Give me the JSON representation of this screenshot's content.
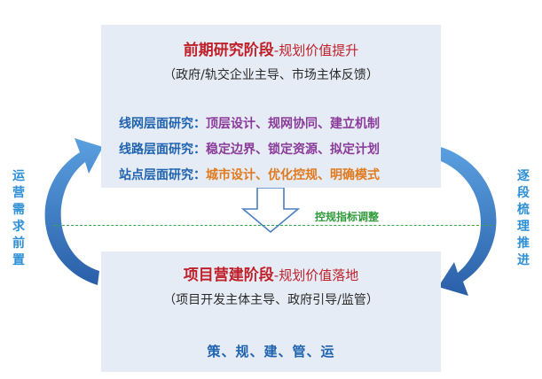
{
  "top_stage": {
    "title_main": "前期研究阶段",
    "title_sub": "-规划价值提升",
    "note": "（政府/轨交企业主导、市场主体反馈）",
    "rows": [
      {
        "label": "线网层面研究：",
        "value": "顶层设计、规网协同、建立机制",
        "color": "#8a3b9a"
      },
      {
        "label": "线路层面研究：",
        "value": "稳定边界、锁定资源、拟定计划",
        "color": "#8a3b9a"
      },
      {
        "label": "站点层面研究：",
        "value": "城市设计、优化控规、明确模式",
        "color": "#e07a1f"
      }
    ]
  },
  "bottom_stage": {
    "title_main": "项目营建阶段",
    "title_sub": "-规划价值落地",
    "note": "（项目开发主体主导、政府引导/监管）",
    "actions": "策、规、建、管、运"
  },
  "control_label": "控规指标调整",
  "left_side_text": [
    "运",
    "营",
    "需",
    "求",
    "前",
    "置"
  ],
  "right_side_text": [
    "逐",
    "段",
    "梳",
    "理",
    "推",
    "进"
  ],
  "colors": {
    "panel": "#e6ecf5",
    "title": "#c0202a",
    "label": "#1f63b0",
    "arrow_blue": "#2f6db5",
    "dash_green": "#3aa64a",
    "side_text": "#2d8fd6"
  }
}
